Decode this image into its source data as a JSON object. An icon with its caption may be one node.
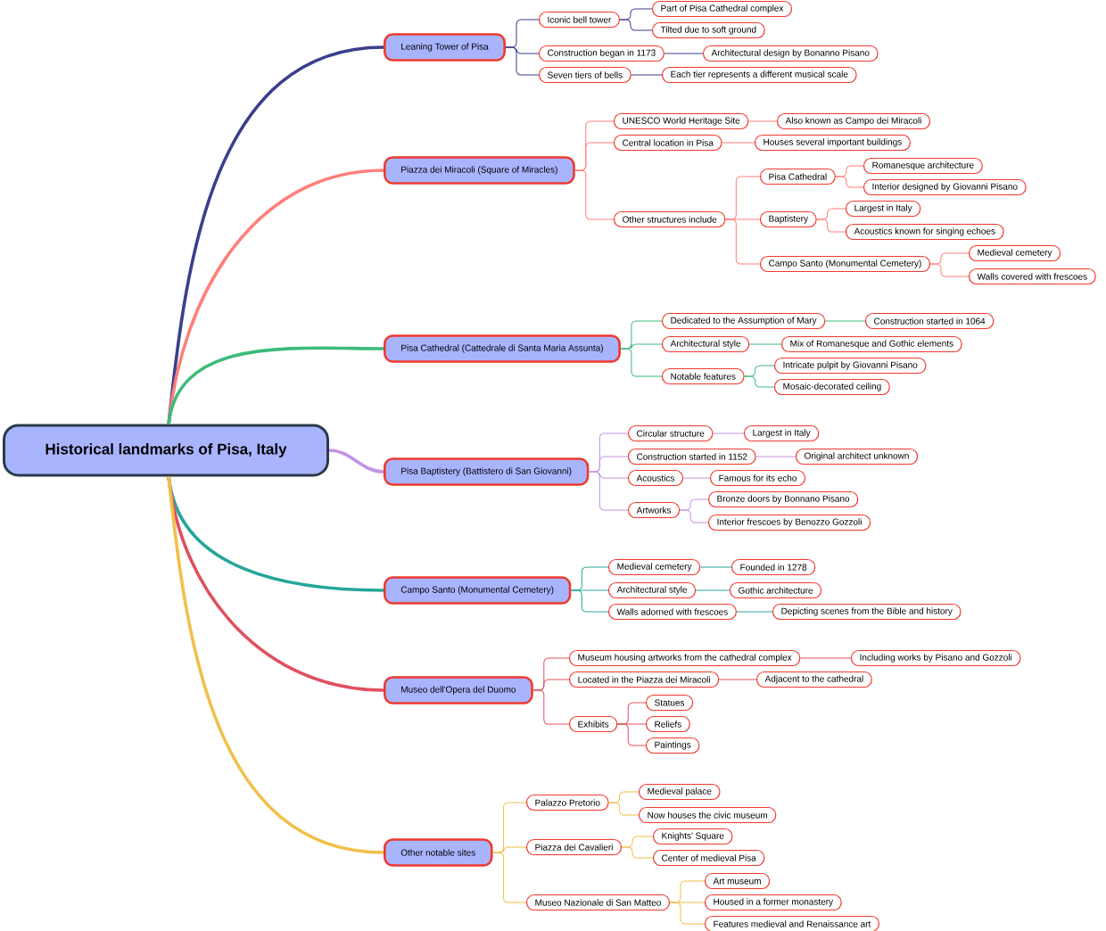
{
  "diagram": {
    "nodes": [
      {
        "text": [
          "Historical landmarks of Pisa, Italy"
        ]
      },
      {
        "text": [
          "Leaning Tower of Pisa"
        ]
      },
      {
        "text": [
          "Iconic bell tower"
        ]
      },
      {
        "text": [
          "Part of Pisa Cathedral complex"
        ]
      },
      {
        "text": [
          "Tilted due to soft ground"
        ]
      },
      {
        "text": [
          "Construction began in 1173"
        ]
      },
      {
        "text": [
          "Architectural design by Bonanno Pisano"
        ]
      },
      {
        "text": [
          "Seven tiers of bells"
        ]
      },
      {
        "text": [
          "Each tier represents a different musical scale"
        ]
      },
      {
        "text": [
          "Piazza dei Miracoli (Square of Miracles)"
        ]
      },
      {
        "text": [
          "UNESCO World Heritage Site"
        ]
      },
      {
        "text": [
          "Also known as Campo dei Miracoli"
        ]
      },
      {
        "text": [
          "Central location in Pisa"
        ]
      },
      {
        "text": [
          "Houses several important buildings"
        ]
      },
      {
        "text": [
          "Other structures include"
        ]
      },
      {
        "text": [
          "Pisa Cathedral"
        ]
      },
      {
        "text": [
          "Romanesque architecture"
        ]
      },
      {
        "text": [
          "Interior designed by Giovanni Pisano"
        ]
      },
      {
        "text": [
          "Baptistery"
        ]
      },
      {
        "text": [
          "Largest in Italy"
        ]
      },
      {
        "text": [
          "Acoustics known for singing echoes"
        ]
      },
      {
        "text": [
          "Campo Santo (Monumental Cemetery)"
        ]
      },
      {
        "text": [
          "Medieval cemetery"
        ]
      },
      {
        "text": [
          "Walls covered with frescoes"
        ]
      },
      {
        "text": [
          "Pisa Cathedral (Cattedrale di Santa Maria Assunta)"
        ]
      },
      {
        "text": [
          "Dedicated to the Assumption of Mary"
        ]
      },
      {
        "text": [
          "Construction started in 1064"
        ]
      },
      {
        "text": [
          "Architectural style"
        ]
      },
      {
        "text": [
          "Mix of Romanesque and Gothic elements"
        ]
      },
      {
        "text": [
          "Notable features"
        ]
      },
      {
        "text": [
          "Intricate pulpit by Giovanni Pisano"
        ]
      },
      {
        "text": [
          "Mosaic-decorated ceiling"
        ]
      },
      {
        "text": [
          "Pisa Baptistery (Battistero di San Giovanni)"
        ]
      },
      {
        "text": [
          "Circular structure"
        ]
      },
      {
        "text": [
          "Largest in Italy"
        ]
      },
      {
        "text": [
          "Construction started in 1152"
        ]
      },
      {
        "text": [
          "Original architect unknown"
        ]
      },
      {
        "text": [
          "Acoustics"
        ]
      },
      {
        "text": [
          "Famous for its echo"
        ]
      },
      {
        "text": [
          "Artworks"
        ]
      },
      {
        "text": [
          "Bronze doors by Bonnano Pisano"
        ]
      },
      {
        "text": [
          "Interior frescoes by Benozzo Gozzoli"
        ]
      },
      {
        "text": [
          "Campo Santo (Monumental Cemetery)"
        ]
      },
      {
        "text": [
          "Medieval cemetery"
        ]
      },
      {
        "text": [
          "Founded in 1278"
        ]
      },
      {
        "text": [
          "Architectural style"
        ]
      },
      {
        "text": [
          "Gothic architecture"
        ]
      },
      {
        "text": [
          "Walls adorned with frescoes"
        ]
      },
      {
        "text": [
          "Depicting scenes from the Bible and history"
        ]
      },
      {
        "text": [
          "Museo dell'Opera del Duomo"
        ]
      },
      {
        "text": [
          "Museum housing artworks from the cathedral complex"
        ]
      },
      {
        "text": [
          "Including works by Pisano and Gozzoli"
        ]
      },
      {
        "text": [
          "Located in the Piazza dei Miracoli"
        ]
      },
      {
        "text": [
          "Adjacent to the cathedral"
        ]
      },
      {
        "text": [
          "Exhibits"
        ]
      },
      {
        "text": [
          "Statues"
        ]
      },
      {
        "text": [
          "Reliefs"
        ]
      },
      {
        "text": [
          "Paintings"
        ]
      },
      {
        "text": [
          "Other notable sites"
        ]
      },
      {
        "text": [
          "Palazzo Pretorio"
        ]
      },
      {
        "text": [
          "Medieval palace"
        ]
      },
      {
        "text": [
          "Now houses the civic museum"
        ]
      },
      {
        "text": [
          "Piazza dei Cavalieri"
        ]
      },
      {
        "text": [
          "Knights' Square"
        ]
      },
      {
        "text": [
          "Center of medieval Pisa"
        ]
      },
      {
        "text": [
          "Museo Nazionale di San Matteo"
        ]
      },
      {
        "text": [
          "Art museum"
        ]
      },
      {
        "text": [
          "Housed in a former monastery"
        ]
      },
      {
        "text": [
          "Features medieval and Renaissance art"
        ]
      }
    ],
    "edges": [
      {
        "from": 0,
        "to": 1,
        "arrow": "none",
        "style": "thick",
        "color": "#3b3f8c"
      },
      {
        "from": 1,
        "to": 2,
        "arrow": "none",
        "color": "#3b3f8c"
      },
      {
        "from": 2,
        "to": 3,
        "arrow": "none",
        "color": "#3b3f8c"
      },
      {
        "from": 2,
        "to": 4,
        "arrow": "none",
        "color": "#3b3f8c"
      },
      {
        "from": 1,
        "to": 5,
        "arrow": "none",
        "color": "#3b3f8c"
      },
      {
        "from": 5,
        "to": 6,
        "arrow": "none",
        "color": "#3b3f8c"
      },
      {
        "from": 1,
        "to": 7,
        "arrow": "none",
        "color": "#3b3f8c"
      },
      {
        "from": 7,
        "to": 8,
        "arrow": "none",
        "color": "#3b3f8c"
      },
      {
        "from": 0,
        "to": 9,
        "arrow": "none",
        "style": "thick",
        "color": "#ff7f7a"
      },
      {
        "from": 9,
        "to": 10,
        "arrow": "none",
        "color": "#ff7f7a"
      },
      {
        "from": 10,
        "to": 11,
        "arrow": "none",
        "color": "#ff7f7a"
      },
      {
        "from": 9,
        "to": 12,
        "arrow": "none",
        "color": "#ff7f7a"
      },
      {
        "from": 12,
        "to": 13,
        "arrow": "none",
        "color": "#ff7f7a"
      },
      {
        "from": 9,
        "to": 14,
        "arrow": "none",
        "color": "#ff7f7a"
      },
      {
        "from": 14,
        "to": 15,
        "arrow": "none",
        "color": "#ff7f7a"
      },
      {
        "from": 15,
        "to": 16,
        "arrow": "none",
        "color": "#ff7f7a"
      },
      {
        "from": 15,
        "to": 17,
        "arrow": "none",
        "color": "#ff7f7a"
      },
      {
        "from": 14,
        "to": 18,
        "arrow": "none",
        "color": "#ff7f7a"
      },
      {
        "from": 18,
        "to": 19,
        "arrow": "none",
        "color": "#ff7f7a"
      },
      {
        "from": 18,
        "to": 20,
        "arrow": "none",
        "color": "#ff7f7a"
      },
      {
        "from": 14,
        "to": 21,
        "arrow": "none",
        "color": "#ff7f7a"
      },
      {
        "from": 21,
        "to": 22,
        "arrow": "none",
        "color": "#ff7f7a"
      },
      {
        "from": 21,
        "to": 23,
        "arrow": "none",
        "color": "#ff7f7a"
      },
      {
        "from": 0,
        "to": 24,
        "arrow": "none",
        "style": "thick",
        "color": "#3dbb7b"
      },
      {
        "from": 24,
        "to": 25,
        "arrow": "none",
        "color": "#3dbb7b"
      },
      {
        "from": 25,
        "to": 26,
        "arrow": "none",
        "color": "#3dbb7b"
      },
      {
        "from": 24,
        "to": 27,
        "arrow": "none",
        "color": "#3dbb7b"
      },
      {
        "from": 27,
        "to": 28,
        "arrow": "none",
        "color": "#3dbb7b"
      },
      {
        "from": 24,
        "to": 29,
        "arrow": "none",
        "color": "#3dbb7b"
      },
      {
        "from": 29,
        "to": 30,
        "arrow": "none",
        "color": "#3dbb7b"
      },
      {
        "from": 29,
        "to": 31,
        "arrow": "none",
        "color": "#3dbb7b"
      },
      {
        "from": 0,
        "to": 32,
        "arrow": "none",
        "style": "thick",
        "color": "#c393e3"
      },
      {
        "from": 32,
        "to": 33,
        "arrow": "none",
        "color": "#c393e3"
      },
      {
        "from": 33,
        "to": 34,
        "arrow": "none",
        "color": "#c393e3"
      },
      {
        "from": 32,
        "to": 35,
        "arrow": "none",
        "color": "#c393e3"
      },
      {
        "from": 35,
        "to": 36,
        "arrow": "none",
        "color": "#c393e3"
      },
      {
        "from": 32,
        "to": 37,
        "arrow": "none",
        "color": "#c393e3"
      },
      {
        "from": 37,
        "to": 38,
        "arrow": "none",
        "color": "#c393e3"
      },
      {
        "from": 32,
        "to": 39,
        "arrow": "none",
        "color": "#c393e3"
      },
      {
        "from": 39,
        "to": 40,
        "arrow": "none",
        "color": "#c393e3"
      },
      {
        "from": 39,
        "to": 41,
        "arrow": "none",
        "color": "#c393e3"
      },
      {
        "from": 0,
        "to": 42,
        "arrow": "none",
        "style": "thick",
        "color": "#26a69a"
      },
      {
        "from": 42,
        "to": 43,
        "arrow": "none",
        "color": "#26a69a"
      },
      {
        "from": 43,
        "to": 44,
        "arrow": "none",
        "color": "#26a69a"
      },
      {
        "from": 42,
        "to": 45,
        "arrow": "none",
        "color": "#26a69a"
      },
      {
        "from": 45,
        "to": 46,
        "arrow": "none",
        "color": "#26a69a"
      },
      {
        "from": 42,
        "to": 47,
        "arrow": "none",
        "color": "#26a69a"
      },
      {
        "from": 47,
        "to": 48,
        "arrow": "none",
        "color": "#26a69a"
      },
      {
        "from": 0,
        "to": 49,
        "arrow": "none",
        "style": "thick",
        "color": "#e0505f"
      },
      {
        "from": 49,
        "to": 50,
        "arrow": "none",
        "color": "#e0505f"
      },
      {
        "from": 50,
        "to": 51,
        "arrow": "none",
        "color": "#e0505f"
      },
      {
        "from": 49,
        "to": 52,
        "arrow": "none",
        "color": "#e0505f"
      },
      {
        "from": 52,
        "to": 53,
        "arrow": "none",
        "color": "#e0505f"
      },
      {
        "from": 49,
        "to": 54,
        "arrow": "none",
        "color": "#e0505f"
      },
      {
        "from": 54,
        "to": 55,
        "arrow": "none",
        "color": "#e0505f"
      },
      {
        "from": 54,
        "to": 56,
        "arrow": "none",
        "color": "#e0505f"
      },
      {
        "from": 54,
        "to": 57,
        "arrow": "none",
        "color": "#e0505f"
      },
      {
        "from": 0,
        "to": 58,
        "arrow": "none",
        "style": "thick",
        "color": "#f0c04a"
      },
      {
        "from": 58,
        "to": 59,
        "arrow": "none",
        "color": "#f0c04a"
      },
      {
        "from": 59,
        "to": 60,
        "arrow": "none",
        "color": "#f0c04a"
      },
      {
        "from": 59,
        "to": 61,
        "arrow": "none",
        "color": "#f0c04a"
      },
      {
        "from": 58,
        "to": 62,
        "arrow": "none",
        "color": "#f0c04a"
      },
      {
        "from": 62,
        "to": 63,
        "arrow": "none",
        "color": "#f0c04a"
      },
      {
        "from": 62,
        "to": 64,
        "arrow": "none",
        "color": "#f0c04a"
      },
      {
        "from": 58,
        "to": 65,
        "arrow": "none",
        "color": "#f0c04a"
      },
      {
        "from": 65,
        "to": 66,
        "arrow": "none",
        "color": "#f0c04a"
      },
      {
        "from": 65,
        "to": 67,
        "arrow": "none",
        "color": "#f0c04a"
      },
      {
        "from": 65,
        "to": 68,
        "arrow": "none",
        "color": "#f0c04a"
      }
    ]
  }
}
